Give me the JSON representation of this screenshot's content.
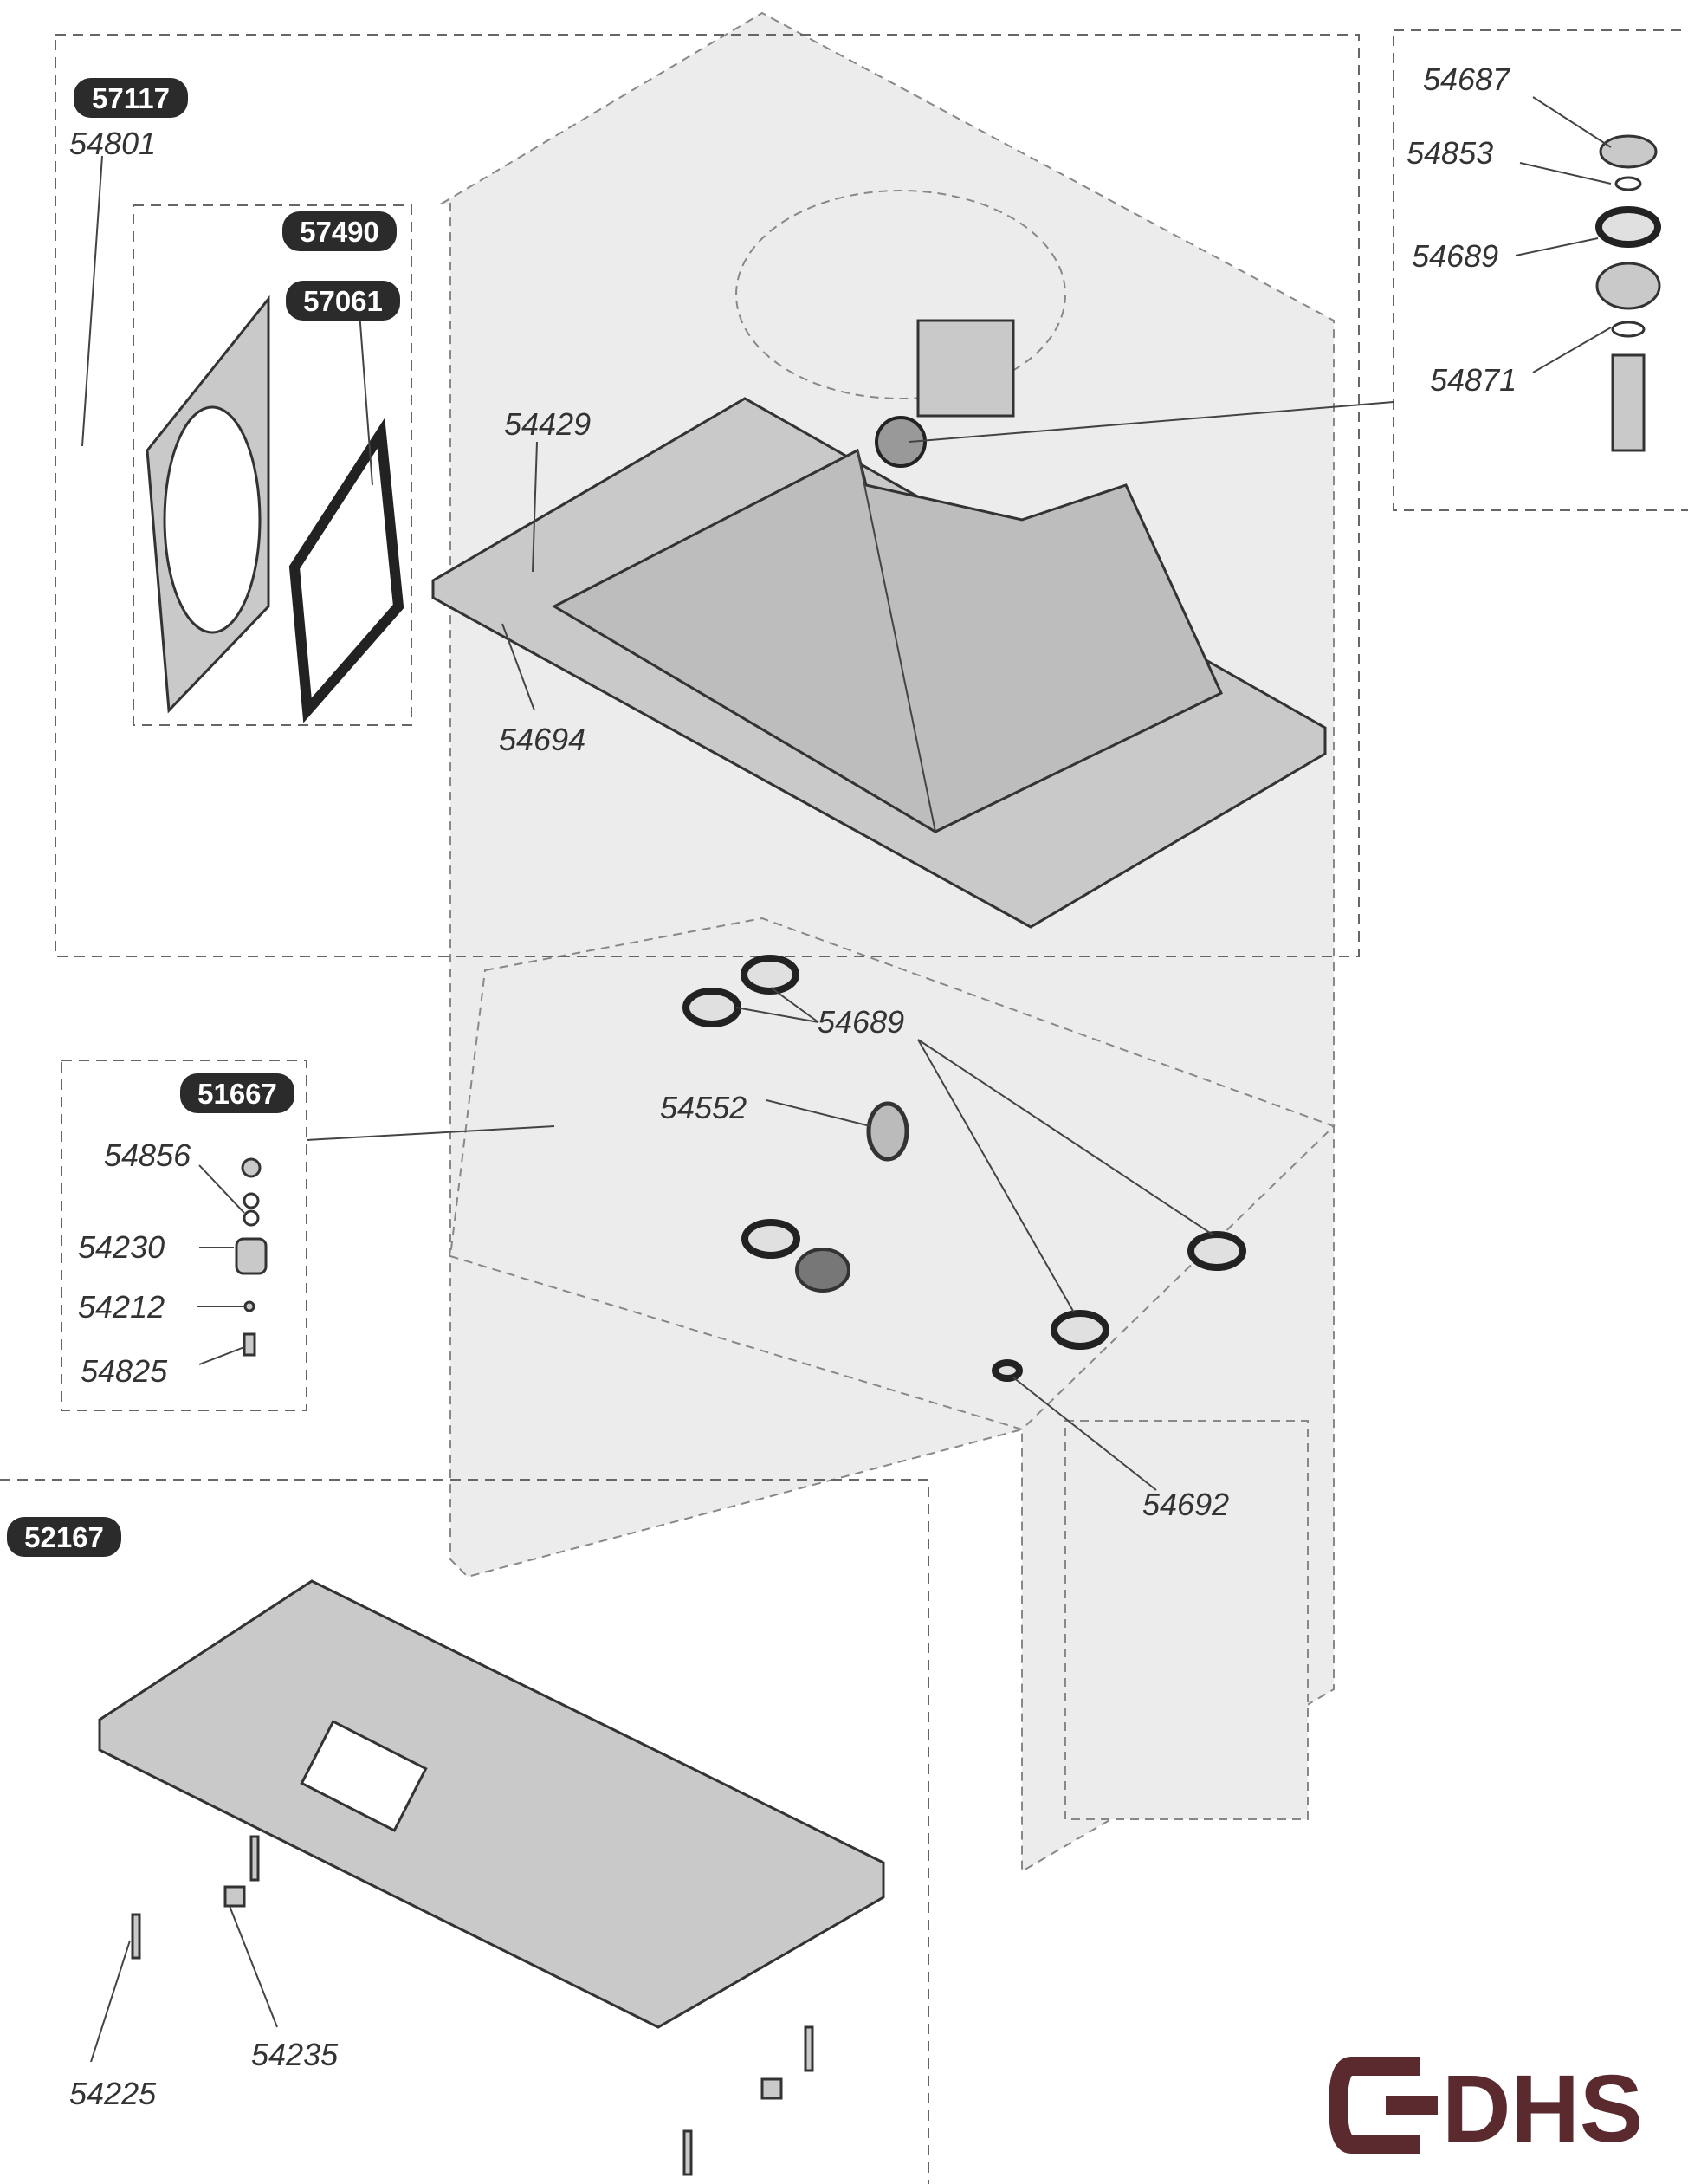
{
  "diagram": {
    "kit_badges": [
      {
        "id": "57117"
      },
      {
        "id": "57490"
      },
      {
        "id": "57061"
      },
      {
        "id": "51667"
      },
      {
        "id": "52167"
      }
    ],
    "part_labels": [
      "54801",
      "54429",
      "54694",
      "54687",
      "54853",
      "54689",
      "54871",
      "54689",
      "54552",
      "54856",
      "54230",
      "54212",
      "54825",
      "54692",
      "54235",
      "54225"
    ],
    "logo": "DHS",
    "colors": {
      "badge": "#2b2b2b",
      "logo": "#5b2a2e",
      "part": "#c9c9c9"
    }
  }
}
